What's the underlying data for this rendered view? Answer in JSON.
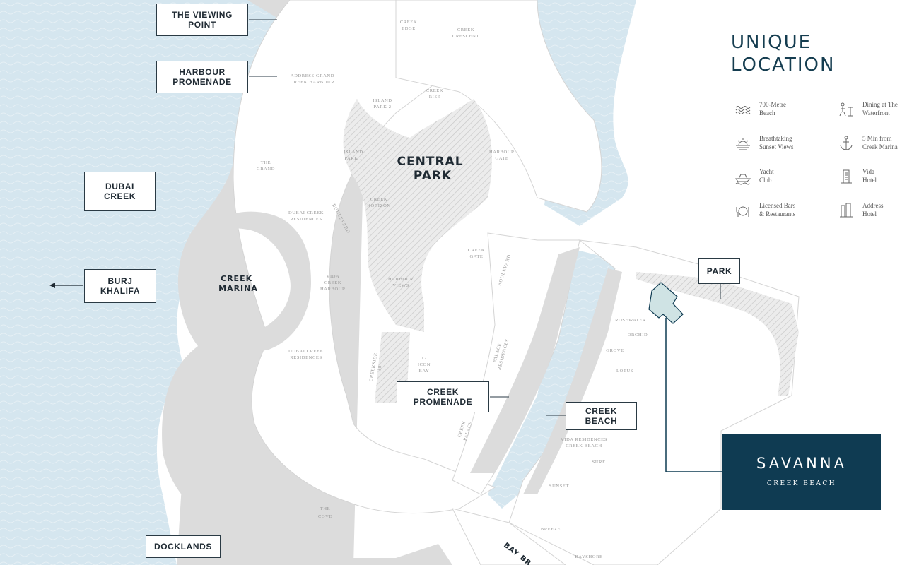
{
  "heading": "UNIQUE\nLOCATION",
  "callouts": {
    "viewing_point": "THE VIEWING\nPOINT",
    "harbour_promenade": "HARBOUR\nPROMENADE",
    "dubai_creek": "DUBAI\nCREEK",
    "burj_khalifa": "BURJ\nKHALIFA",
    "creek_promenade": "CREEK\nPROMENADE",
    "creek_beach": "CREEK\nBEACH",
    "park": "PARK",
    "docklands": "DOCKLANDS"
  },
  "legend": [
    {
      "icon": "waves-icon",
      "text": "700-Metre\nBeach"
    },
    {
      "icon": "dining-icon",
      "text": "Dining at The\nWaterfront"
    },
    {
      "icon": "sunset-icon",
      "text": "Breathtaking\nSunset Views"
    },
    {
      "icon": "anchor-icon",
      "text": "5 Min from\nCreek Marina"
    },
    {
      "icon": "yacht-icon",
      "text": "Yacht\nClub"
    },
    {
      "icon": "building-icon",
      "text": "Vida\nHotel"
    },
    {
      "icon": "glass-icon",
      "text": "Licensed Bars\n& Restaurants"
    },
    {
      "icon": "towers-icon",
      "text": "Address\nHotel"
    }
  ],
  "brand": {
    "name": "SAVANNA",
    "subtitle": "CREEK BEACH"
  },
  "map_labels": {
    "central_park": [
      "CENTRAL",
      "PARK"
    ],
    "creek_marina": [
      "CREEK",
      "MARINA"
    ],
    "creek_edge": [
      "CREEK",
      "EDGE"
    ],
    "creek_crescent": [
      "CREEK",
      "CRESCENT"
    ],
    "address_grand": [
      "ADDRESS GRAND",
      "CREEK HARBOUR"
    ],
    "island_park_2": [
      "ISLAND",
      "PARK 2"
    ],
    "creek_rise": [
      "CREEK",
      "RISE"
    ],
    "island_park_1": [
      "ISLAND",
      "PARK 1"
    ],
    "harbour_gate": [
      "HARBOUR",
      "GATE"
    ],
    "the_grand": [
      "THE",
      "GRAND"
    ],
    "creek_horizon": [
      "CREEK",
      "HORIZON"
    ],
    "dcr_1": [
      "DUBAI CREEK",
      "RESIDENCES"
    ],
    "dcr_2": [
      "DUBAI CREEK",
      "RESIDENCES"
    ],
    "vida": [
      "VIDA",
      "CREEK",
      "HARBOUR"
    ],
    "harbour_views": [
      "HARBOUR",
      "VIEWS"
    ],
    "creek_gate": [
      "CREEK",
      "GATE"
    ],
    "boulevard_1": "BOULEVARD",
    "boulevard_2": "BOULEVARD",
    "creekside": [
      "CREEKSIDE",
      "18"
    ],
    "icon_bay": [
      "17",
      "ICON",
      "BAY"
    ],
    "palace_res": [
      "PALACE",
      "RESIDENCES"
    ],
    "creek_palace": [
      "CREEK",
      "PALACE"
    ],
    "rosewater": "ROSEWATER",
    "orchid": "ORCHID",
    "grove": "GROVE",
    "lotus": "LOTUS",
    "vida_beach": [
      "VIDA RESIDENCES",
      "CREEK BEACH"
    ],
    "surf": "SURF",
    "sunset": "SUNSET",
    "breeze": "BREEZE",
    "bayshore": "BAYSHORE",
    "the_cove": [
      "THE",
      "COVE"
    ],
    "bay_bridge": "BAY BR"
  },
  "colors": {
    "water": "#d5e6ef",
    "land": "#dcdcdc",
    "brand": "#0f3b52",
    "heading": "#153d50"
  }
}
